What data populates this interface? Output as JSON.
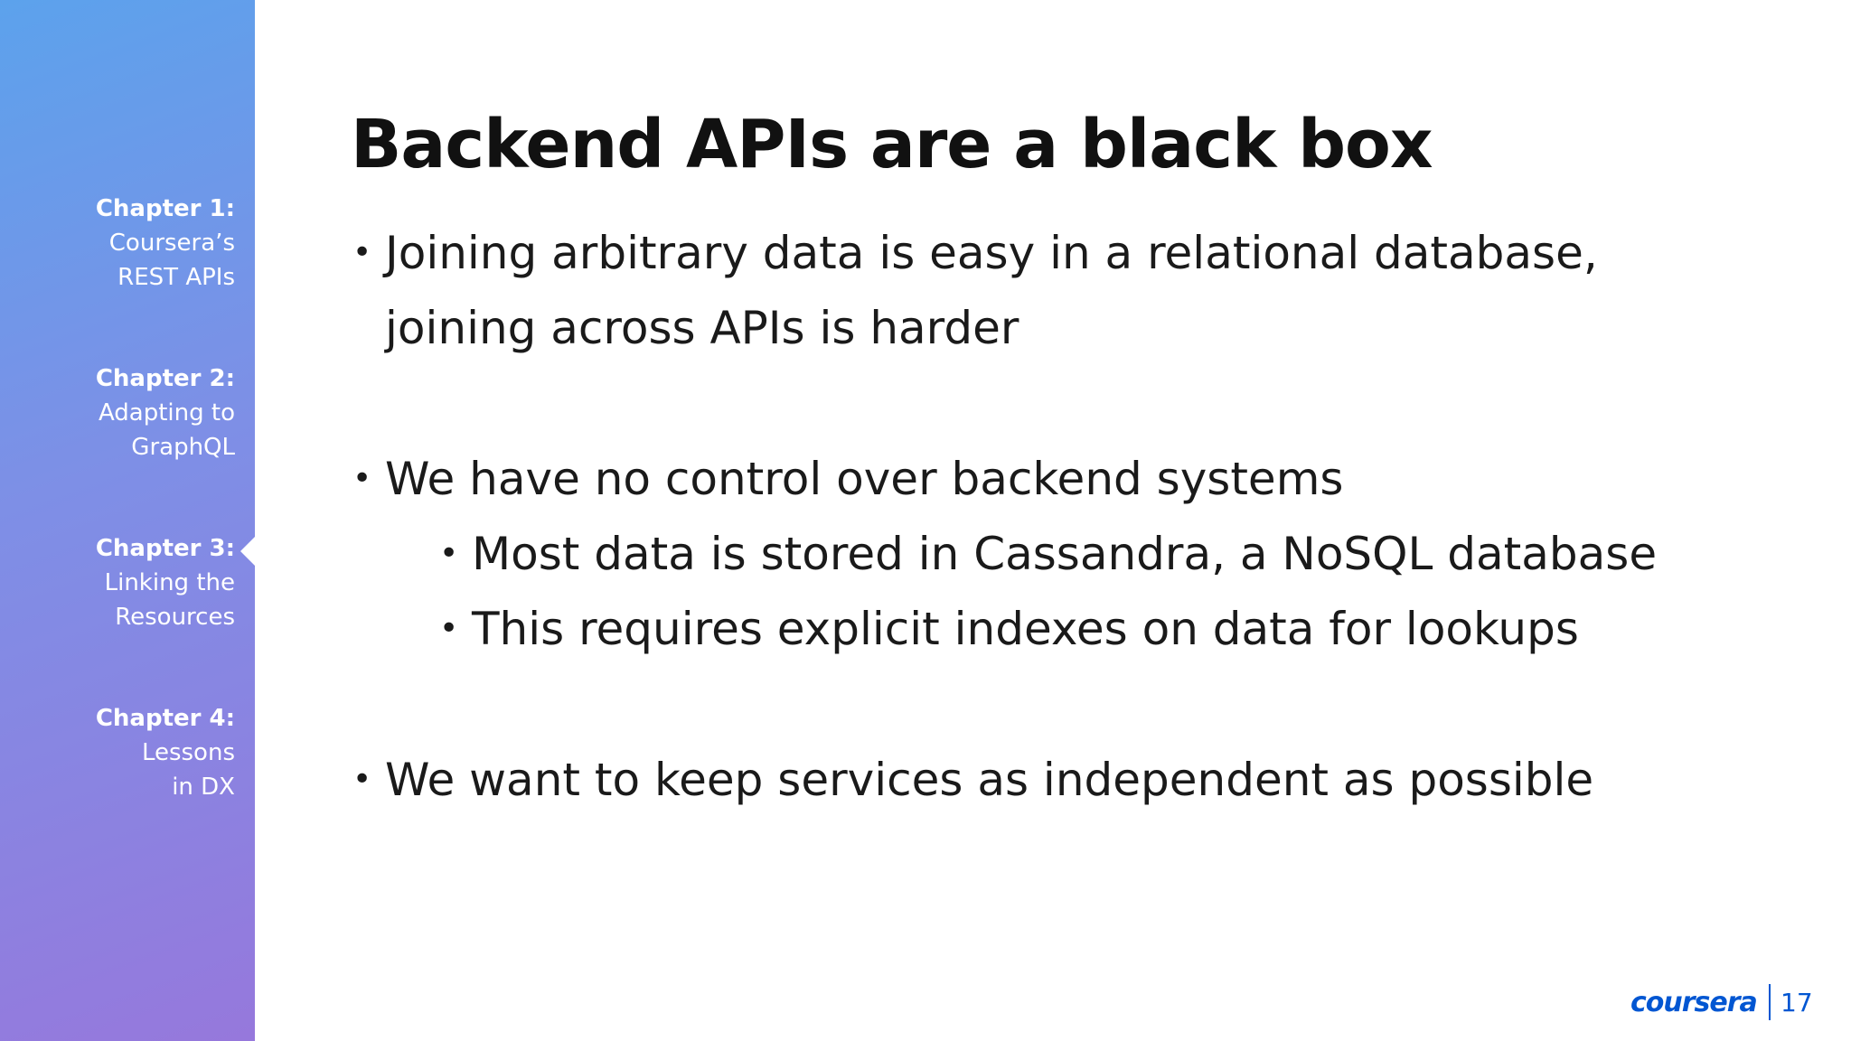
{
  "sidebar": {
    "chapters": [
      {
        "number": "Chapter 1:",
        "line1": "Coursera’s",
        "line2": "REST APIs"
      },
      {
        "number": "Chapter 2:",
        "line1": "Adapting to",
        "line2": "GraphQL"
      },
      {
        "number": "Chapter 3:",
        "line1": "Linking the",
        "line2": "Resources"
      },
      {
        "number": "Chapter 4:",
        "line1": "Lessons",
        "line2": "in DX"
      }
    ],
    "active_chapter": 3
  },
  "slide": {
    "title": "Backend APIs are a black box",
    "bullet_glyph": "•",
    "bullets": [
      {
        "line1": "Joining arbitrary data is easy in a relational database,",
        "line2": "joining across APIs is harder"
      },
      {
        "line1": "We have no control over backend systems"
      },
      {
        "line1": "Most data is stored in Cassandra, a NoSQL database"
      },
      {
        "line1": "This requires explicit indexes on data for lookups"
      },
      {
        "line1": "We want to keep services as independent as possible"
      }
    ]
  },
  "footer": {
    "logo_text": "coursera",
    "page_number": "17"
  },
  "colors": {
    "sidebar_top": "#5ca2ec",
    "sidebar_bottom": "#9678dc",
    "brand_blue": "#0056d2",
    "text": "#1a1a1a"
  }
}
